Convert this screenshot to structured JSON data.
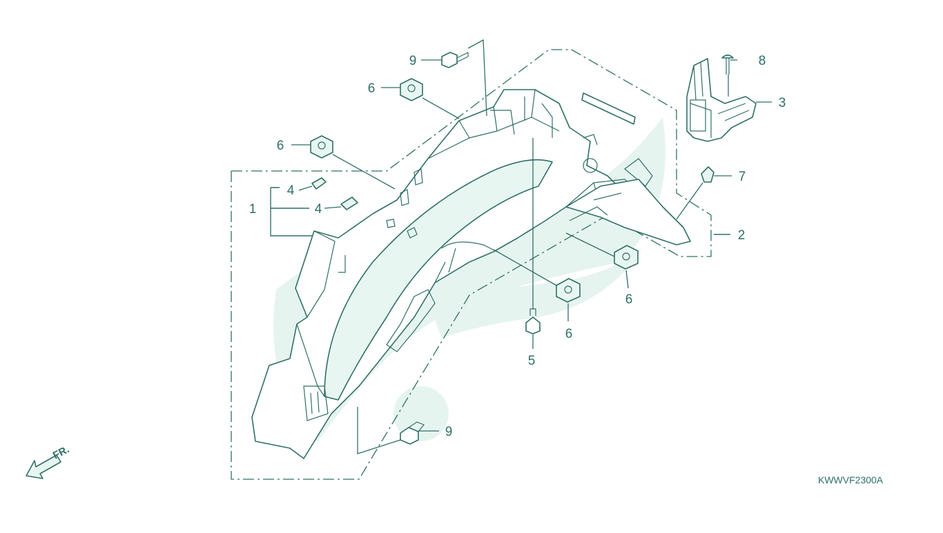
{
  "callouts": {
    "c1": "1",
    "c2": "2",
    "c3": "3",
    "c4a": "4",
    "c4b": "4",
    "c5": "5",
    "c6a": "6",
    "c6b": "6",
    "c6c": "6",
    "c6d": "6",
    "c7": "7",
    "c8": "8",
    "c9a": "9",
    "c9b": "9"
  },
  "diagram_code": "KWWVF2300A",
  "front_label": "FR.",
  "colors": {
    "line": "#2f6f66",
    "watermark": "#e6f4ef",
    "background": "#ffffff"
  }
}
